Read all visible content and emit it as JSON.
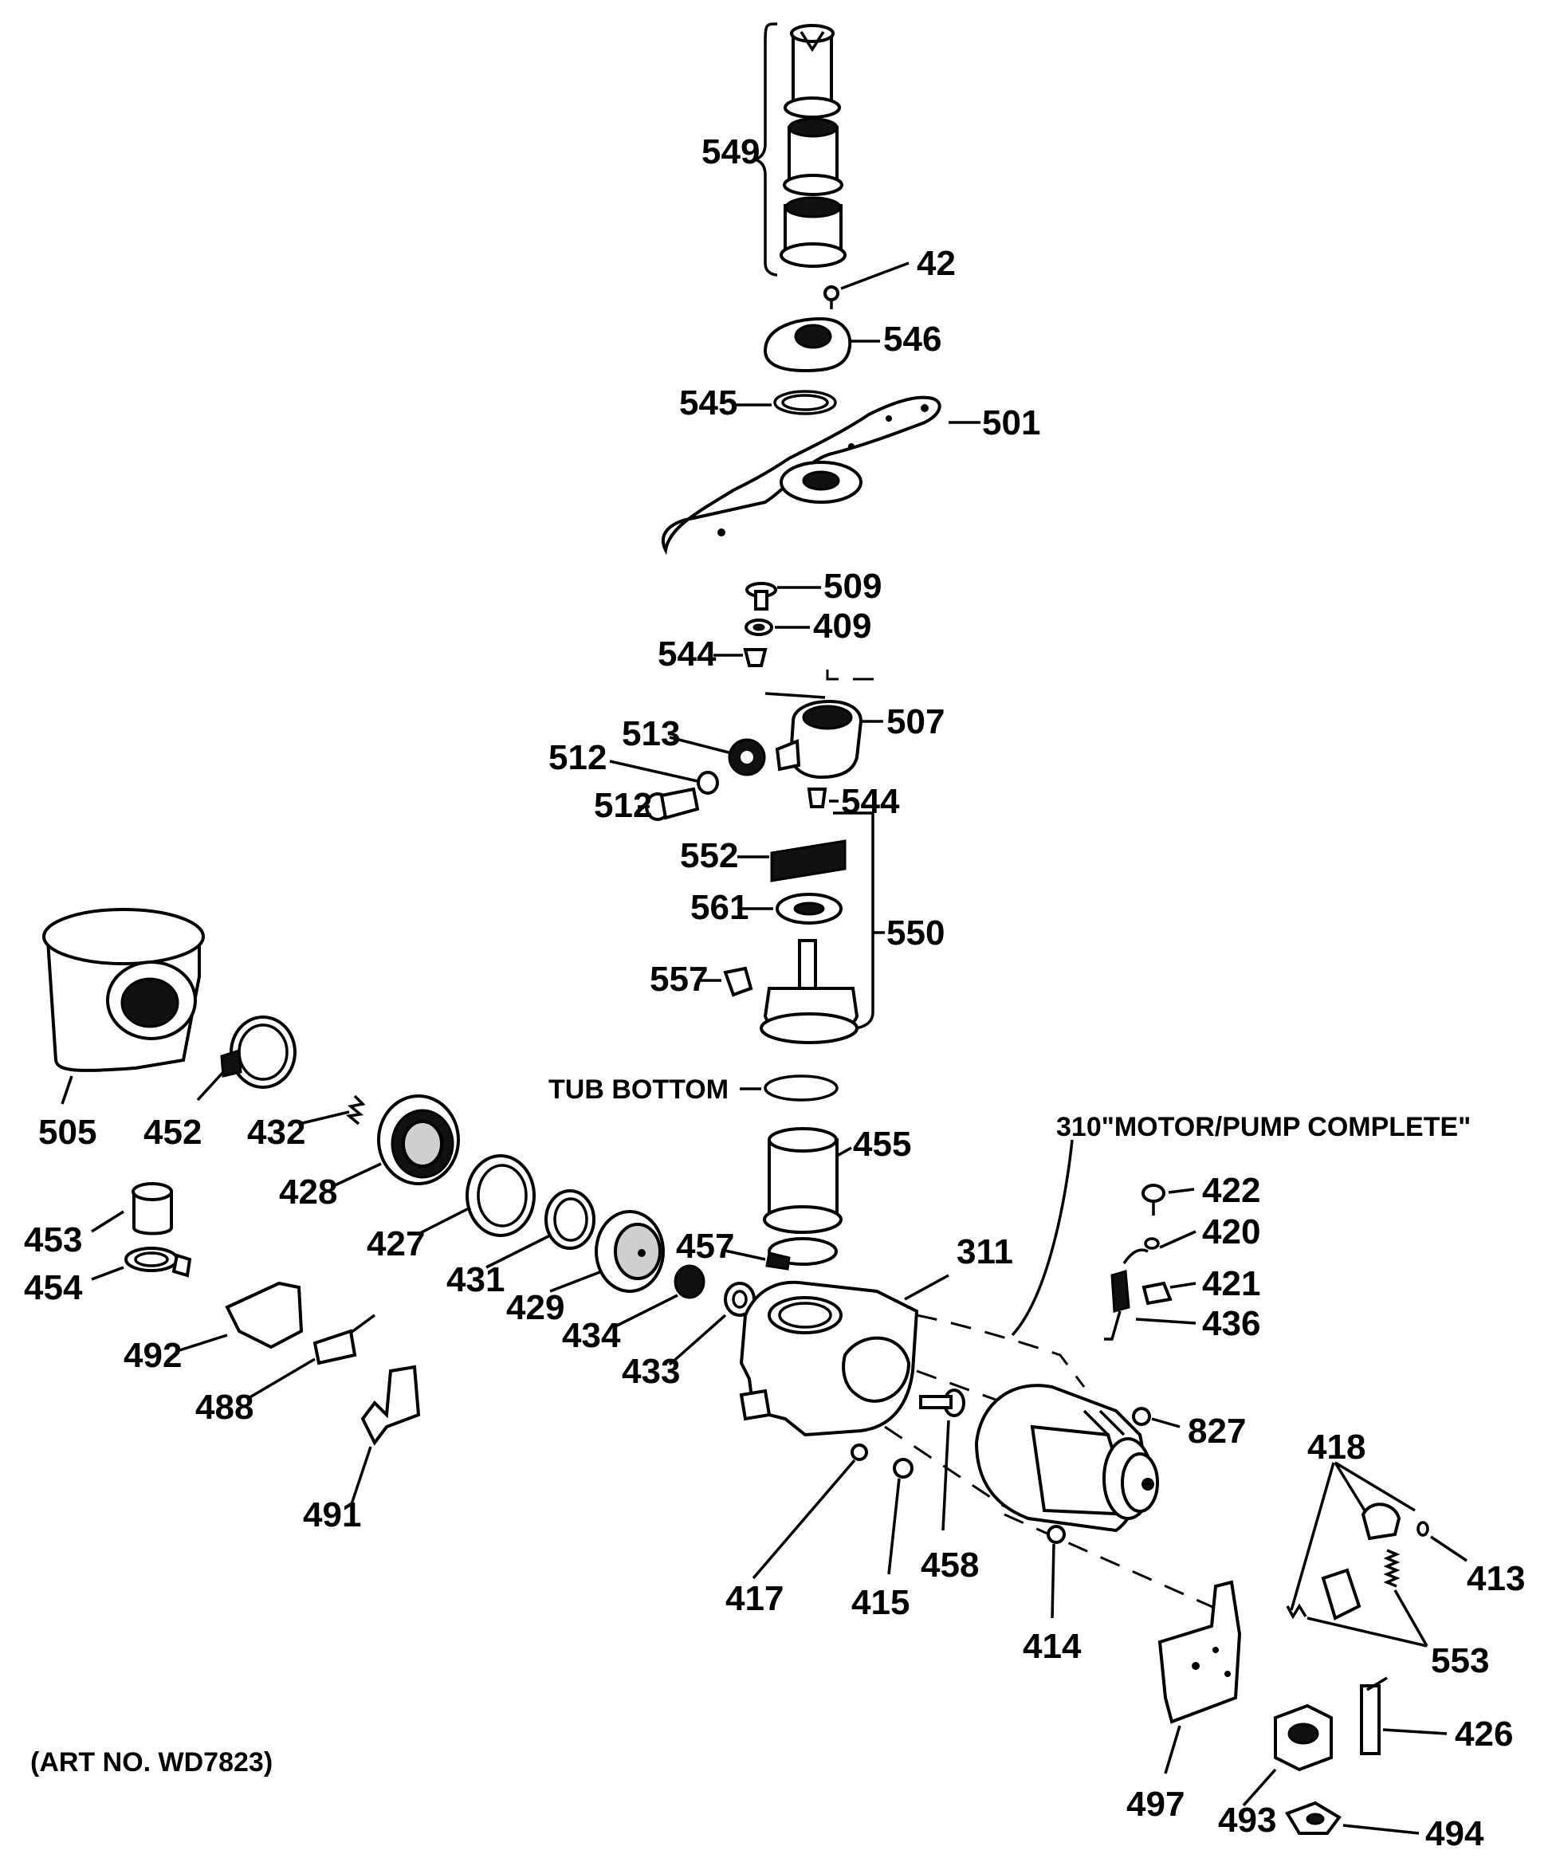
{
  "labels": {
    "p549": "549",
    "p42": "42",
    "p546": "546",
    "p545": "545",
    "p501": "501",
    "p509": "509",
    "p409": "409",
    "p544a": "544",
    "p507": "507",
    "p513": "513",
    "p512a": "512",
    "p512b": "512",
    "p544b": "544",
    "p552": "552",
    "p561": "561",
    "p550": "550",
    "p557": "557",
    "tub_bottom": "TUB BOTTOM",
    "p505": "505",
    "p452": "452",
    "p432": "432",
    "p428": "428",
    "p455": "455",
    "p310": "310\"MOTOR/PUMP COMPLETE\"",
    "p422": "422",
    "p420": "420",
    "p421": "421",
    "p436": "436",
    "p453": "453",
    "p454": "454",
    "p427": "427",
    "p431": "431",
    "p429": "429",
    "p457": "457",
    "p311": "311",
    "p434": "434",
    "p433": "433",
    "p492": "492",
    "p488": "488",
    "p491": "491",
    "p827": "827",
    "p418": "418",
    "p413": "413",
    "p417": "417",
    "p415": "415",
    "p458": "458",
    "p414": "414",
    "p553": "553",
    "p426": "426",
    "p497": "497",
    "p493": "493",
    "p494": "494",
    "art_no": "(ART NO. WD7823)"
  }
}
